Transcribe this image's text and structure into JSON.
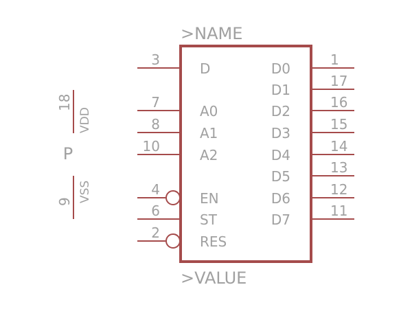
{
  "symbol": {
    "name_label": ">NAME",
    "value_label": ">VALUE",
    "colors": {
      "outline": "#a54b4b",
      "text": "#a0a0a0",
      "background": "#ffffff"
    },
    "left_pins": [
      {
        "number": "3",
        "label": "D",
        "inverted": false
      },
      {
        "number": "7",
        "label": "A0",
        "inverted": false
      },
      {
        "number": "8",
        "label": "A1",
        "inverted": false
      },
      {
        "number": "10",
        "label": "A2",
        "inverted": false
      },
      {
        "number": "4",
        "label": "EN",
        "inverted": true
      },
      {
        "number": "6",
        "label": "ST",
        "inverted": false
      },
      {
        "number": "2",
        "label": "RES",
        "inverted": true
      }
    ],
    "right_pins": [
      {
        "number": "1",
        "label": "D0"
      },
      {
        "number": "17",
        "label": "D1"
      },
      {
        "number": "16",
        "label": "D2"
      },
      {
        "number": "15",
        "label": "D3"
      },
      {
        "number": "14",
        "label": "D4"
      },
      {
        "number": "13",
        "label": "D5"
      },
      {
        "number": "12",
        "label": "D6"
      },
      {
        "number": "11",
        "label": "D7"
      }
    ]
  },
  "power_symbol": {
    "label": "P",
    "pins": [
      {
        "number": "18",
        "label": "VDD"
      },
      {
        "number": "9",
        "label": "VSS"
      }
    ]
  }
}
